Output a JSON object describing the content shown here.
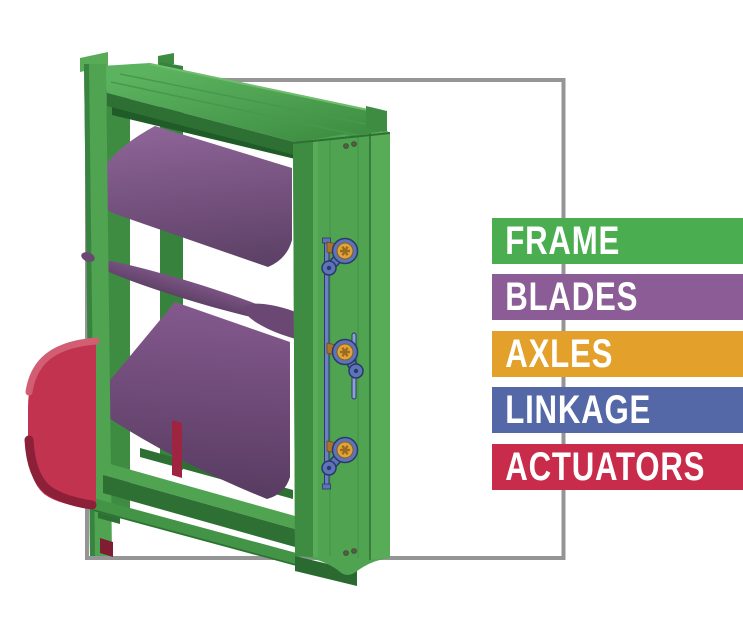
{
  "legend": {
    "items": [
      {
        "label": "FRAME",
        "color": "#4AAD50"
      },
      {
        "label": "BLADES",
        "color": "#8C5C96"
      },
      {
        "label": "AXLES",
        "color": "#E3A02B"
      },
      {
        "label": "LINKAGE",
        "color": "#5468A7"
      },
      {
        "label": "ACTUATORS",
        "color": "#C92C4B"
      }
    ],
    "text_color": "#FFFFFF"
  },
  "diagram": {
    "subject": "louver damper isometric illustration",
    "outline_color": "#959595",
    "parts": [
      {
        "name": "frame",
        "color": "#4FA351"
      },
      {
        "name": "blades",
        "color": "#7A5383"
      },
      {
        "name": "axles",
        "color": "#DFA43C"
      },
      {
        "name": "linkage",
        "color": "#5D74BA"
      },
      {
        "name": "actuators",
        "color": "#C23350"
      }
    ]
  }
}
